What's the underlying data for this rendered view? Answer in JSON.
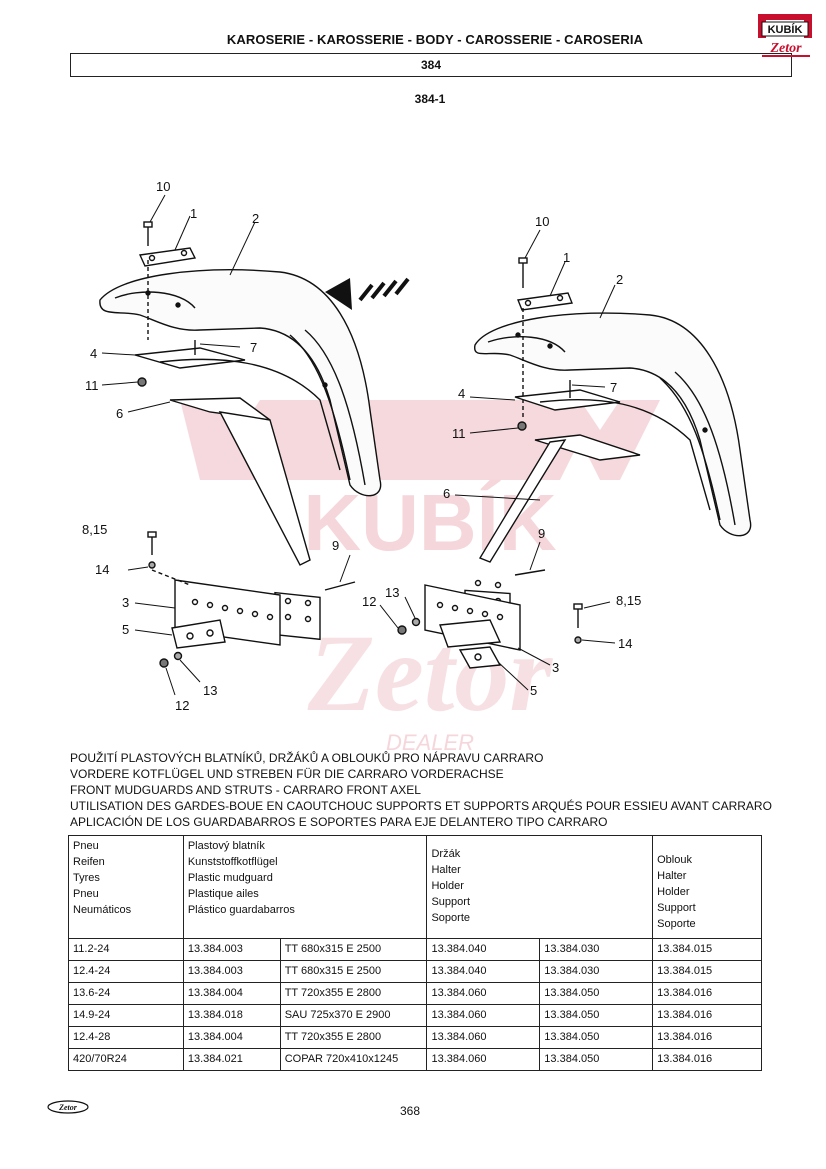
{
  "header": {
    "title": "KAROSERIE - KAROSSERIE - BODY - CAROSSERIE - CAROSERIA",
    "section": "384",
    "subsection": "384-1"
  },
  "brand": {
    "logo_top": "KUBÍK",
    "logo_bottom": "Zetor",
    "watermark_top": "KUBÍK",
    "watermark_bottom": "Zetor",
    "watermark_sub": "DEALER",
    "colors": {
      "red": "#c8102e",
      "watermark": "#f2c9cf"
    }
  },
  "diagram": {
    "callouts_left": [
      "10",
      "1",
      "2",
      "4",
      "7",
      "11",
      "6",
      "8,15",
      "14",
      "9",
      "3",
      "5",
      "13",
      "12"
    ],
    "callouts_right": [
      "10",
      "1",
      "2",
      "7",
      "4",
      "11",
      "6",
      "9",
      "13",
      "12",
      "8,15",
      "14",
      "3",
      "5"
    ]
  },
  "description": [
    "POUŽITÍ PLASTOVÝCH BLATNÍKŮ, DRŽÁKŮ A OBLOUKŮ PRO NÁPRAVU CARRARO",
    "VORDERE KOTFLÜGEL UND STREBEN FÜR DIE CARRARO VORDERACHSE",
    "FRONT MUDGUARDS AND STRUTS - CARRARO FRONT AXEL",
    "UTILISATION DES GARDES-BOUE EN CAOUTCHOUC SUPPORTS ET SUPPORTS ARQUÉS POUR ESSIEU AVANT CARRARO",
    "APLICACIÓN DE LOS GUARDABARROS E SOPORTES PARA EJE DELANTERO TIPO CARRARO"
  ],
  "table": {
    "header": {
      "pneu": [
        "Pneu",
        "Reifen",
        "Tyres",
        "Pneu",
        "Neumáticos"
      ],
      "blatnik": [
        "Plastový blatník",
        "Kunststoffkotflügel",
        "Plastic mudguard",
        "Plastique ailes",
        "Plástico guardabarros"
      ],
      "drzak": [
        "Držák",
        "Halter",
        "Holder",
        "Support",
        "Soporte"
      ],
      "oblouk": [
        "Oblouk",
        "Halter",
        "Holder",
        "Support",
        "Soporte"
      ]
    },
    "rows": [
      {
        "tyre": "11.2-24",
        "part": "13.384.003",
        "size": "TT 680x315 E 2500",
        "holder1": "13.384.040",
        "holder2": "13.384.030",
        "arc": "13.384.015"
      },
      {
        "tyre": "12.4-24",
        "part": "13.384.003",
        "size": "TT 680x315 E 2500",
        "holder1": "13.384.040",
        "holder2": "13.384.030",
        "arc": "13.384.015"
      },
      {
        "tyre": "13.6-24",
        "part": "13.384.004",
        "size": "TT 720x355 E 2800",
        "holder1": "13.384.060",
        "holder2": "13.384.050",
        "arc": "13.384.016"
      },
      {
        "tyre": "14.9-24",
        "part": "13.384.018",
        "size": "SAU 725x370 E 2900",
        "holder1": "13.384.060",
        "holder2": "13.384.050",
        "arc": "13.384.016"
      },
      {
        "tyre": "12.4-28",
        "part": "13.384.004",
        "size": "TT 720x355 E 2800",
        "holder1": "13.384.060",
        "holder2": "13.384.050",
        "arc": "13.384.016"
      },
      {
        "tyre": "420/70R24",
        "part": "13.384.021",
        "size": "COPAR 720x410x1245",
        "holder1": "13.384.060",
        "holder2": "13.384.050",
        "arc": "13.384.016"
      }
    ]
  },
  "footer": {
    "logo": "Zetor",
    "page": "368"
  }
}
